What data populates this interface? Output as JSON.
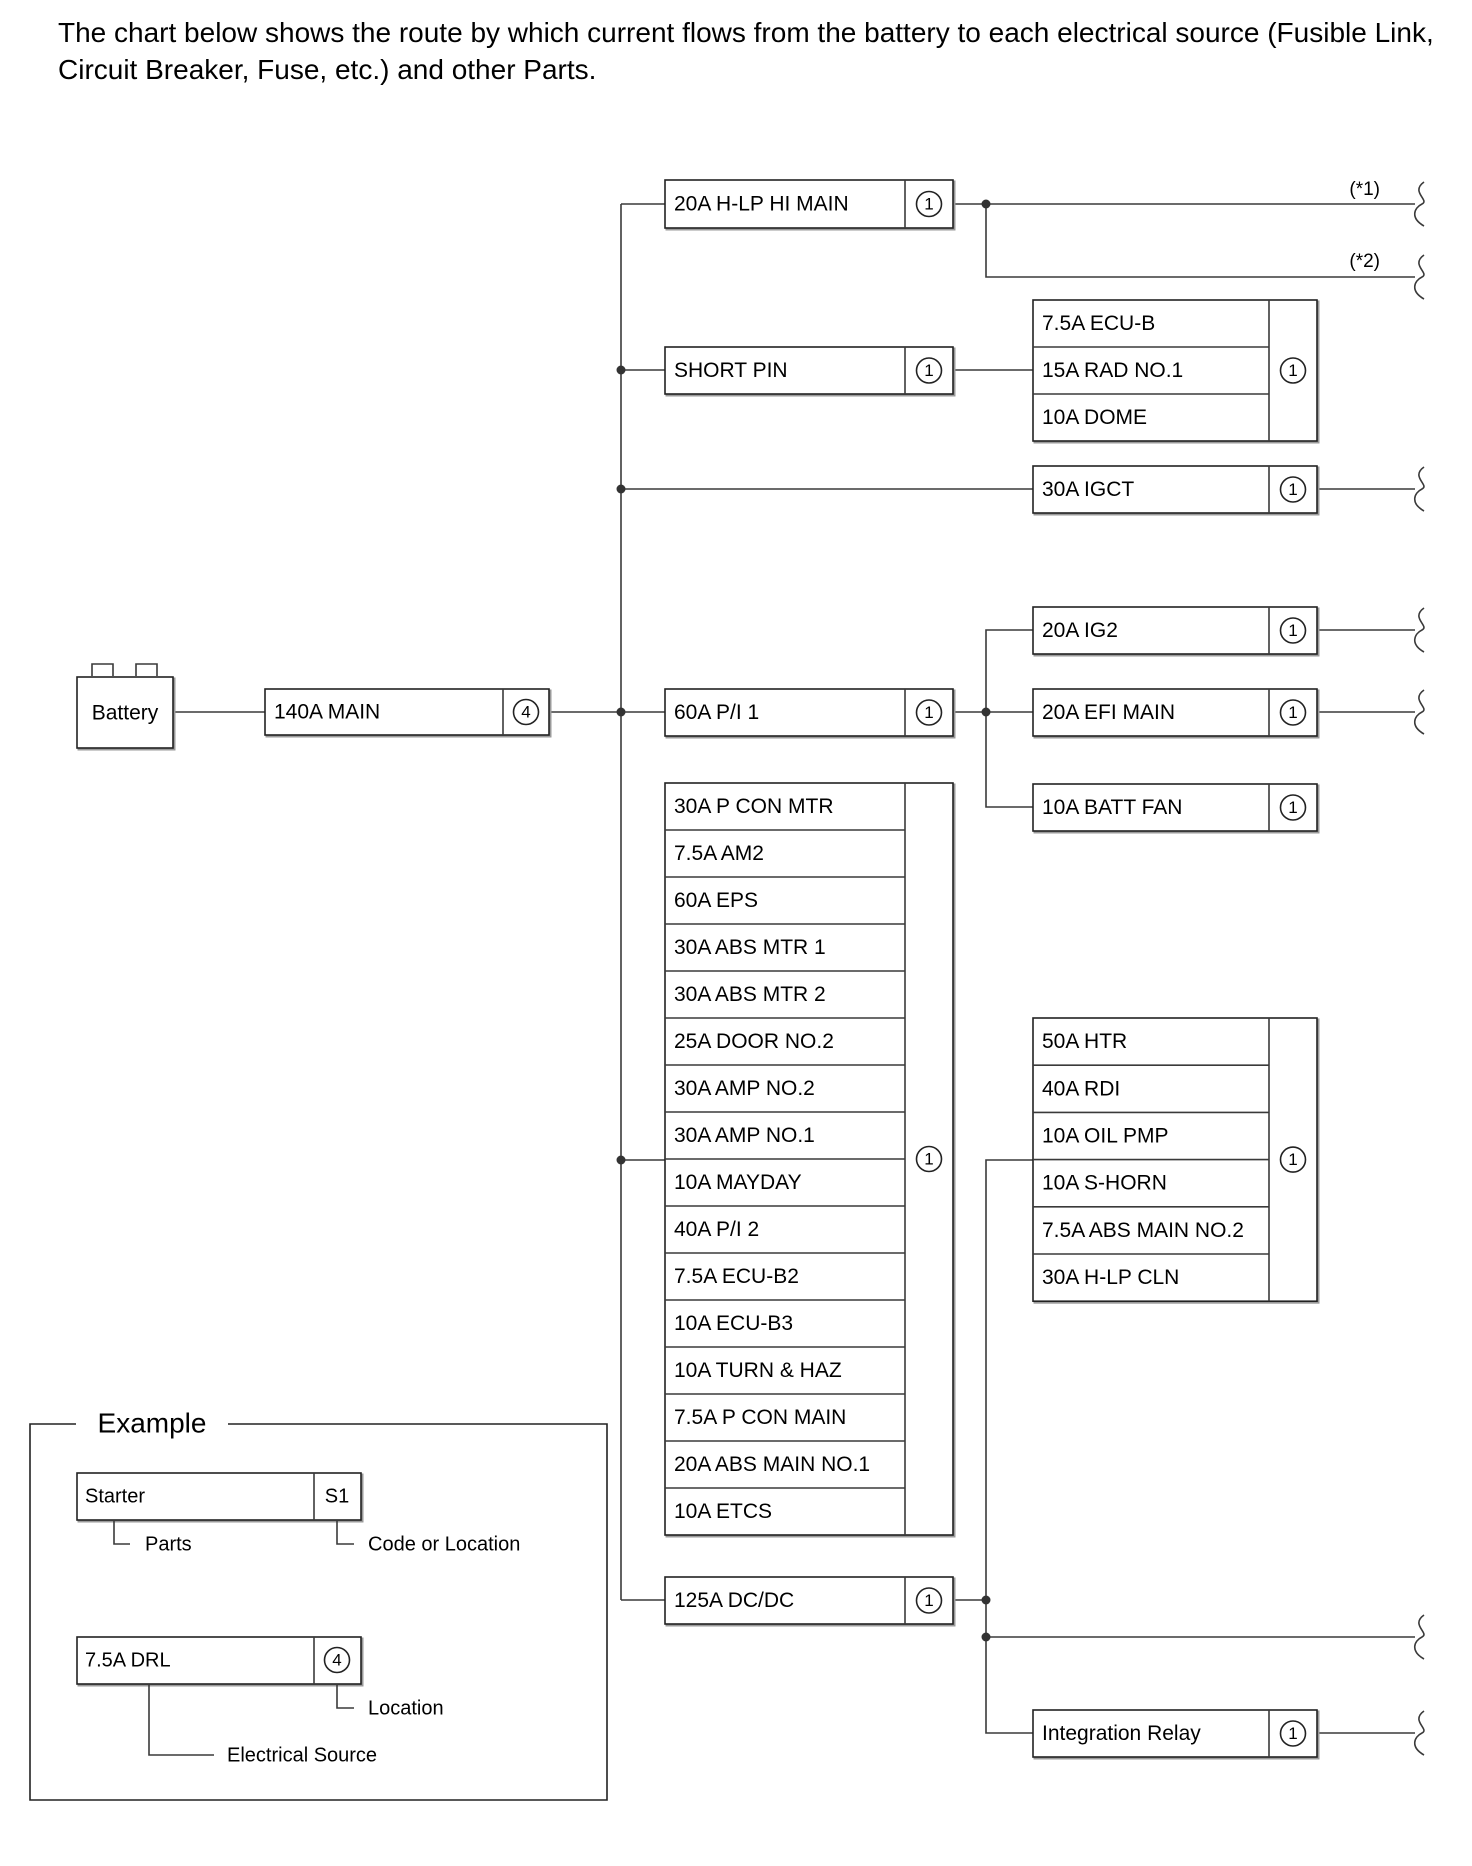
{
  "intro": "The chart below shows the route by which current flows from the battery to each electrical source (Fusible Link, Circuit Breaker, Fuse, etc.) and other Parts.",
  "battery": "Battery",
  "main_fuse": {
    "label": "140A MAIN",
    "loc": "4"
  },
  "h_lp_hi_main": {
    "label": "20A H-LP HI MAIN",
    "loc": "1"
  },
  "notes": [
    "(*1)",
    "(*2)"
  ],
  "short_pin": {
    "label": "SHORT PIN",
    "loc": "1"
  },
  "short_pin_group": {
    "items": [
      "7.5A ECU-B",
      "15A RAD NO.1",
      "10A DOME"
    ],
    "loc": "1"
  },
  "igct": {
    "label": "30A IGCT",
    "loc": "1"
  },
  "pi1": {
    "label": "60A P/I 1",
    "loc": "1"
  },
  "pi1_branches": [
    {
      "label": "20A IG2",
      "loc": "1"
    },
    {
      "label": "20A EFI MAIN",
      "loc": "1"
    },
    {
      "label": "10A BATT FAN",
      "loc": "1"
    }
  ],
  "main_group": {
    "items": [
      "30A P CON MTR",
      "7.5A AM2",
      "60A EPS",
      "30A ABS MTR 1",
      "30A ABS MTR 2",
      "25A DOOR NO.2",
      "30A AMP NO.2",
      "30A AMP NO.1",
      "10A MAYDAY",
      "40A P/I 2",
      "7.5A ECU-B2",
      "10A ECU-B3",
      "10A TURN & HAZ",
      "7.5A P CON MAIN",
      "20A ABS MAIN NO.1",
      "10A ETCS"
    ],
    "loc": "1"
  },
  "dcdc": {
    "label": "125A DC/DC",
    "loc": "1"
  },
  "dcdc_group": {
    "items": [
      "50A HTR",
      "40A RDI",
      "10A OIL PMP",
      "10A S-HORN",
      "7.5A ABS MAIN NO.2",
      "30A H-LP CLN"
    ],
    "loc": "1"
  },
  "integration_relay": {
    "label": "Integration Relay",
    "loc": "1"
  },
  "example": {
    "title": "Example",
    "part_name": "Starter",
    "part_code": "S1",
    "parts_caption": "Parts",
    "code_caption": "Code or Location",
    "source_name": "7.5A DRL",
    "source_loc": "4",
    "location_caption": "Location",
    "source_caption": "Electrical Source"
  }
}
